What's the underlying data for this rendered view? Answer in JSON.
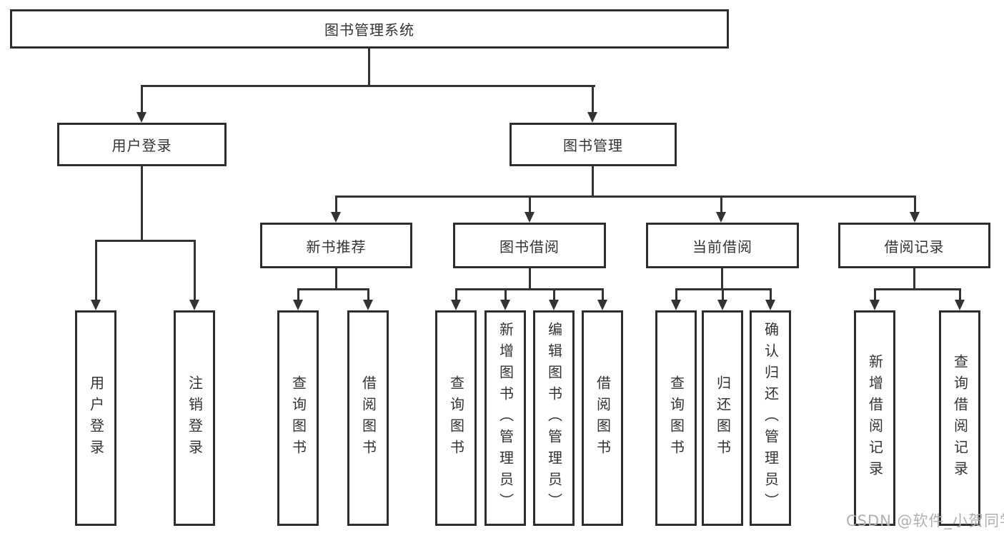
{
  "tree": {
    "root": "图书管理系统",
    "level2": {
      "user_login": "用户登录",
      "book_mgmt": "图书管理"
    },
    "user_login_children": [
      "用户登录",
      "注销登录"
    ],
    "level3": {
      "new_books": "新书推荐",
      "book_borrow": "图书借阅",
      "current_borrow": "当前借阅",
      "borrow_records": "借阅记录"
    },
    "new_books_children": [
      "查询图书",
      "借阅图书"
    ],
    "book_borrow_children": [
      "查询图书",
      "新增图书（管理员）",
      "编辑图书（管理员）",
      "借阅图书"
    ],
    "current_borrow_children": [
      "查询图书",
      "归还图书",
      "确认归还（管理员）"
    ],
    "borrow_records_children": [
      "新增借阅记录",
      "查询借阅记录"
    ]
  },
  "watermark": "CSDN @软件_小贺同学",
  "colors": {
    "line": "#333333",
    "box_border": "#2e2e2e",
    "box_fill": "#ffffff",
    "text": "#333333",
    "watermark": "#b0b0b0",
    "background": "#ffffff"
  }
}
